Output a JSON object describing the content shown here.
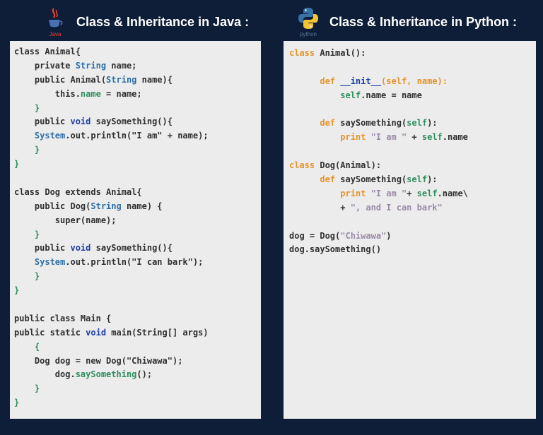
{
  "java": {
    "title": "Class & Inheritance in Java :",
    "logo_caption": "Java",
    "logo_icon": "java-coffee-cup-icon",
    "code_lines": [
      [
        {
          "t": "class Animal{",
          "c": "normal"
        }
      ],
      [
        {
          "t": "    private ",
          "c": "normal"
        },
        {
          "t": "String",
          "c": "type"
        },
        {
          "t": " name;",
          "c": "normal"
        }
      ],
      [
        {
          "t": "    public Animal(",
          "c": "normal"
        },
        {
          "t": "String",
          "c": "type"
        },
        {
          "t": " name){",
          "c": "normal"
        }
      ],
      [
        {
          "t": "        this.",
          "c": "normal"
        },
        {
          "t": "name",
          "c": "field"
        },
        {
          "t": " = name;",
          "c": "normal"
        }
      ],
      [
        {
          "t": "    }",
          "c": "field"
        }
      ],
      [
        {
          "t": "    public ",
          "c": "normal"
        },
        {
          "t": "void",
          "c": "blue"
        },
        {
          "t": " saySomething(){",
          "c": "normal"
        }
      ],
      [
        {
          "t": "    ",
          "c": "normal"
        },
        {
          "t": "System",
          "c": "sys"
        },
        {
          "t": ".out.println(\"I am\" + name);",
          "c": "normal"
        }
      ],
      [
        {
          "t": "    }",
          "c": "field"
        }
      ],
      [
        {
          "t": "}",
          "c": "field"
        }
      ],
      [
        {
          "t": "",
          "c": "normal"
        }
      ],
      [
        {
          "t": "class Dog extends Animal{",
          "c": "normal"
        }
      ],
      [
        {
          "t": "    public Dog(",
          "c": "normal"
        },
        {
          "t": "String",
          "c": "type"
        },
        {
          "t": " name) {",
          "c": "normal"
        }
      ],
      [
        {
          "t": "        super(name);",
          "c": "normal"
        }
      ],
      [
        {
          "t": "    }",
          "c": "field"
        }
      ],
      [
        {
          "t": "    public ",
          "c": "normal"
        },
        {
          "t": "void",
          "c": "blue"
        },
        {
          "t": " saySomething(){",
          "c": "normal"
        }
      ],
      [
        {
          "t": "    ",
          "c": "normal"
        },
        {
          "t": "System",
          "c": "sys"
        },
        {
          "t": ".out.println(\"I can bark\");",
          "c": "normal"
        }
      ],
      [
        {
          "t": "    }",
          "c": "field"
        }
      ],
      [
        {
          "t": "}",
          "c": "field"
        }
      ],
      [
        {
          "t": "",
          "c": "normal"
        }
      ],
      [
        {
          "t": "public class Main {",
          "c": "normal"
        }
      ],
      [
        {
          "t": "public static ",
          "c": "normal"
        },
        {
          "t": "void",
          "c": "blue"
        },
        {
          "t": " main(String[] args)",
          "c": "normal"
        }
      ],
      [
        {
          "t": "    {",
          "c": "field"
        }
      ],
      [
        {
          "t": "    Dog dog = new Dog(\"Chiwawa\");",
          "c": "normal"
        }
      ],
      [
        {
          "t": "        dog.",
          "c": "normal"
        },
        {
          "t": "saySomething",
          "c": "field"
        },
        {
          "t": "();",
          "c": "normal"
        }
      ],
      [
        {
          "t": "    }",
          "c": "field"
        }
      ],
      [
        {
          "t": "}",
          "c": "field"
        }
      ]
    ]
  },
  "python": {
    "title": "Class & Inheritance in Python :",
    "logo_caption": "python",
    "logo_icon": "python-logo-icon",
    "code_lines": [
      [
        {
          "t": "class",
          "c": "orange"
        },
        {
          "t": " Animal():",
          "c": "normal"
        }
      ],
      [
        {
          "t": "",
          "c": "normal"
        }
      ],
      [
        {
          "t": "      def ",
          "c": "orange"
        },
        {
          "t": "__init__",
          "c": "blue"
        },
        {
          "t": "(self, ",
          "c": "orange"
        },
        {
          "t": "name):",
          "c": "orange"
        }
      ],
      [
        {
          "t": "          ",
          "c": "normal"
        },
        {
          "t": "self",
          "c": "green"
        },
        {
          "t": ".name = name",
          "c": "normal"
        }
      ],
      [
        {
          "t": "",
          "c": "normal"
        }
      ],
      [
        {
          "t": "      def ",
          "c": "orange"
        },
        {
          "t": "saySomething(",
          "c": "normal"
        },
        {
          "t": "self",
          "c": "green"
        },
        {
          "t": "):",
          "c": "normal"
        }
      ],
      [
        {
          "t": "          ",
          "c": "normal"
        },
        {
          "t": "print ",
          "c": "orange"
        },
        {
          "t": "\"I am \"",
          "c": "pystr"
        },
        {
          "t": " + ",
          "c": "normal"
        },
        {
          "t": "self",
          "c": "green"
        },
        {
          "t": ".name",
          "c": "normal"
        }
      ],
      [
        {
          "t": "",
          "c": "normal"
        }
      ],
      [
        {
          "t": "class",
          "c": "orange"
        },
        {
          "t": " Dog(Animal):",
          "c": "normal"
        }
      ],
      [
        {
          "t": "      def ",
          "c": "orange"
        },
        {
          "t": "saySomething(",
          "c": "normal"
        },
        {
          "t": "self",
          "c": "green"
        },
        {
          "t": "):",
          "c": "normal"
        }
      ],
      [
        {
          "t": "          ",
          "c": "normal"
        },
        {
          "t": "print ",
          "c": "orange"
        },
        {
          "t": "\"I am \"",
          "c": "pystr"
        },
        {
          "t": "+ ",
          "c": "normal"
        },
        {
          "t": "self",
          "c": "green"
        },
        {
          "t": ".name\\",
          "c": "normal"
        }
      ],
      [
        {
          "t": "          + ",
          "c": "normal"
        },
        {
          "t": "\", and I can bark\"",
          "c": "pystr"
        }
      ],
      [
        {
          "t": "",
          "c": "normal"
        }
      ],
      [
        {
          "t": "dog = Dog(",
          "c": "normal"
        },
        {
          "t": "\"Chiwawa\"",
          "c": "pystr"
        },
        {
          "t": ")",
          "c": "normal"
        }
      ],
      [
        {
          "t": "dog.saySomething()",
          "c": "normal"
        }
      ]
    ]
  },
  "colors": {
    "background": "#0e1e38",
    "panel": "#ececec",
    "keyword_orange": "#e7932c",
    "self_green": "#2f8f5f",
    "type_blue": "#2f6fa7"
  }
}
